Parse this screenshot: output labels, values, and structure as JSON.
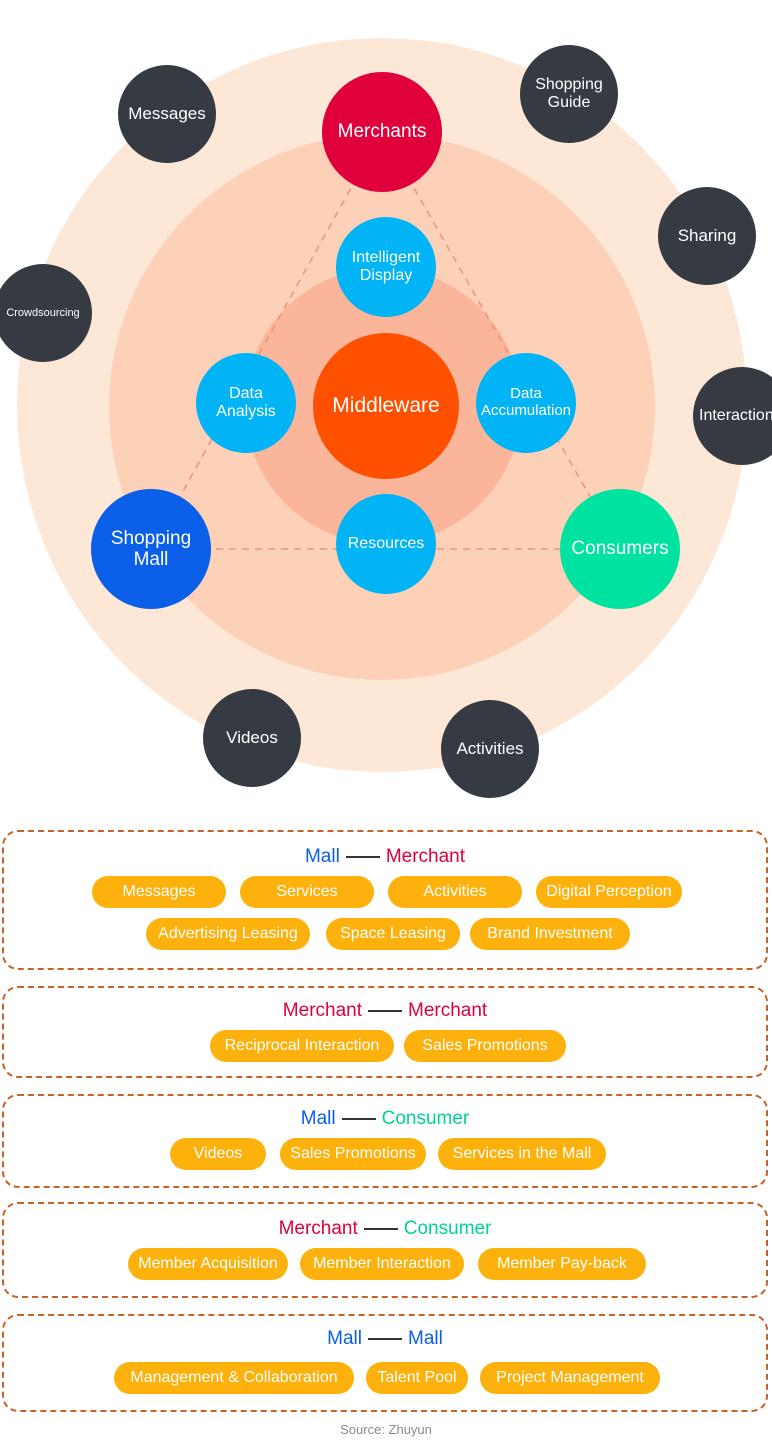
{
  "colors": {
    "ring_outer": "#fde8d8",
    "ring_middle": "#fdd0b8",
    "ring_inner": "#fbb59a",
    "middleware": "#ff5000",
    "merchants": "#e0003b",
    "shopping_mall": "#0a5ee8",
    "consumers": "#00e3a0",
    "function_nodes": "#00b4f6",
    "outer_nodes": "#353a43",
    "tag_fill": "#fdb10c",
    "section_border": "#c8622a",
    "mall_text": "#0a5ee8",
    "merchant_text": "#e0003b",
    "consumer_text": "#00d394"
  },
  "diagram": {
    "center": "Middleware",
    "core": {
      "merchants": "Merchants",
      "shopping_mall": "Shopping\nMall",
      "consumers": "Consumers"
    },
    "functions": {
      "intelligent_display": "Intelligent\nDisplay",
      "data_analysis": "Data\nAnalysis",
      "data_accumulation": "Data\nAccumulation",
      "resources": "Resources"
    },
    "outer": {
      "messages": "Messages",
      "shopping_guide": "Shopping\nGuide",
      "sharing": "Sharing",
      "crowdsourcing": "Crowdsourcing",
      "interaction": "Interaction",
      "videos": "Videos",
      "activities": "Activities"
    }
  },
  "sections": [
    {
      "left": "Mall",
      "right": "Merchant",
      "left_role": "mall",
      "right_role": "merchant",
      "tags": [
        [
          "Messages",
          "Services",
          "Activities",
          "Digital Perception"
        ],
        [
          "Advertising Leasing",
          "Space Leasing",
          "Brand Investment"
        ]
      ]
    },
    {
      "left": "Merchant",
      "right": "Merchant",
      "left_role": "merchant",
      "right_role": "merchant",
      "tags": [
        [
          "Reciprocal Interaction",
          "Sales Promotions"
        ]
      ]
    },
    {
      "left": "Mall",
      "right": "Consumer",
      "left_role": "mall",
      "right_role": "consumer",
      "tags": [
        [
          "Videos",
          "Sales Promotions",
          "Services in the Mall"
        ]
      ]
    },
    {
      "left": "Merchant",
      "right": "Consumer",
      "left_role": "merchant",
      "right_role": "consumer",
      "tags": [
        [
          "Member Acquisition",
          "Member Interaction",
          "Member Pay-back"
        ]
      ]
    },
    {
      "left": "Mall",
      "right": "Mall",
      "left_role": "mall",
      "right_role": "mall",
      "tags": [
        [
          "Management & Collaboration",
          "Talent Pool",
          "Project Management"
        ]
      ]
    }
  ],
  "source": "Source: Zhuyun"
}
